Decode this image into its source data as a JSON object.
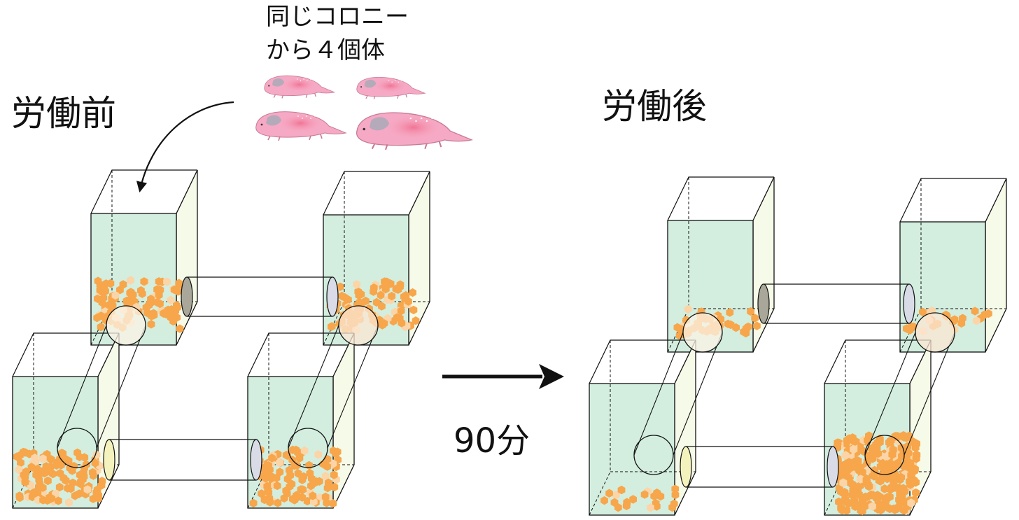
{
  "labels": {
    "before": "労働前",
    "after": "労働後",
    "colony_line1": "同じコロニー",
    "colony_line2": "から４個体",
    "duration": "90分"
  },
  "colors": {
    "box_front": "#d3eedf",
    "box_side": "#f6fae8",
    "bedding": "#f7a64b",
    "bedding_light": "#fbd5a8",
    "mole_rat": "#f6a9c4",
    "mole_rat_highlight": "#f27a9a",
    "mole_rat_patch": "#a9aab8",
    "tube_end_gray": "#a8a79a",
    "tube_end_yellow": "#f5f3bd",
    "tube_end_lavender": "#d9dbe6",
    "line": "#111111"
  },
  "bedding_amounts": {
    "before": [
      0.85,
      0.75,
      0.85,
      0.75
    ],
    "after": [
      0.35,
      0.2,
      0.15,
      1.0
    ]
  },
  "animals": {
    "count": 4
  }
}
